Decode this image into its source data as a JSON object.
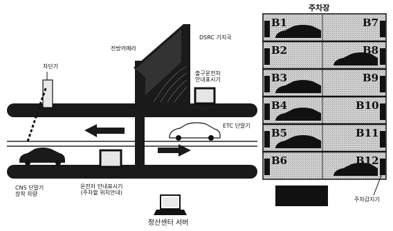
{
  "left_diagram": {
    "gate_label": "차단기",
    "camera_label": "전방카메라",
    "dsrc_label": "DSRC 기지국",
    "exit_display_label": [
      "출구운전자",
      "안내표시기"
    ],
    "etc_label": "ETC 단말기",
    "cns_label": [
      "CNS 단말기",
      "장착 차량"
    ],
    "driver_display_label": [
      "운전자 안내표시기",
      "(주차할 위치안내)"
    ],
    "server_label": "정산센터 서버"
  },
  "parking_lot": {
    "title": "주차장",
    "stalls_left": [
      "B1",
      "B2",
      "B3",
      "B4",
      "B5",
      "B6"
    ],
    "stalls_right": [
      "B7",
      "B8",
      "B9",
      "B10",
      "B11",
      "B12"
    ],
    "sensor_label": "주차감지기"
  }
}
